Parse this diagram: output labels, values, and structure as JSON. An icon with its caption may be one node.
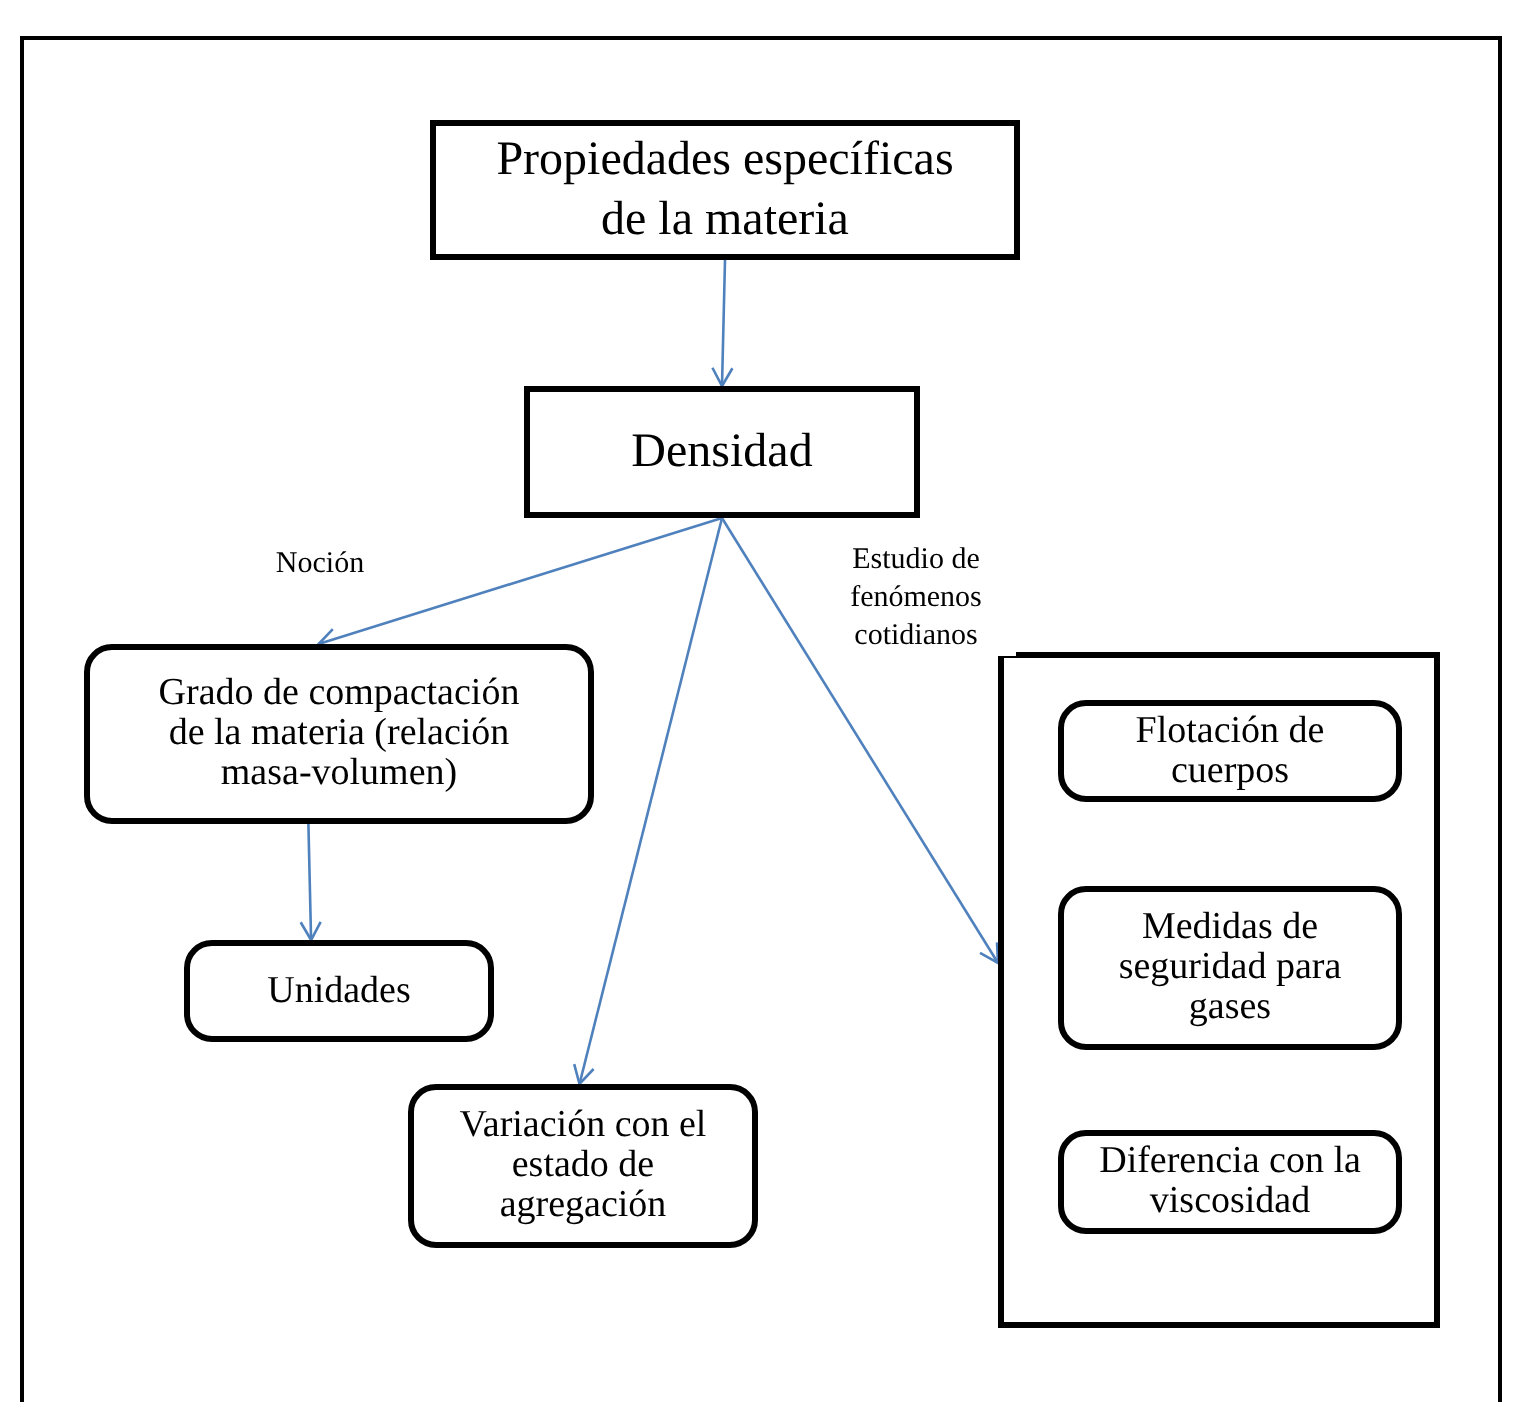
{
  "diagram": {
    "nodes": [
      {
        "text": [
          "Propiedades específicas de la materia"
        ]
      },
      {
        "text": [
          "Densidad"
        ]
      },
      {
        "text": [
          "Grado de compactación de la materia (relación masa-volumen)"
        ]
      },
      {
        "text": [
          "Unidades"
        ]
      },
      {
        "text": [
          "Variación con el estado de agregación"
        ]
      },
      {
        "text": [],
        "shape": "box"
      },
      {
        "text": [
          "Flotación de cuerpos"
        ],
        "in": 5
      },
      {
        "text": [
          "Medidas de seguridad para gases"
        ],
        "in": 5
      },
      {
        "text": [
          "Diferencia con la viscosidad"
        ],
        "in": 5
      }
    ],
    "edges": [
      {
        "from": 0,
        "to": 1,
        "arrow": "to"
      },
      {
        "from": 1,
        "to": 2,
        "arrow": "to",
        "label": "Noción"
      },
      {
        "from": 2,
        "to": 3,
        "arrow": "to"
      },
      {
        "from": 1,
        "to": 4,
        "arrow": "to"
      },
      {
        "from": 1,
        "to": 5,
        "arrow": "to",
        "label": "Estudio de fenómenos cotidianos"
      }
    ]
  }
}
